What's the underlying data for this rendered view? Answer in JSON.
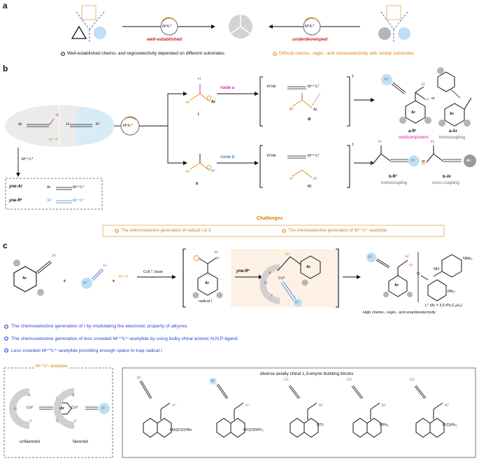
{
  "panel_a": {
    "label": "a",
    "catalyst": "Mⁿ/L*",
    "left_arrow_label": "well-established",
    "right_arrow_label": "underdeveloped",
    "note_left": "Well-established chemo- and regioselectivity depended on different substrates",
    "note_right": "Difficult chemo-, regio-, and stereoselectivity with similar substrates"
  },
  "panel_b": {
    "label": "b",
    "substrate_r2x": "R²−X",
    "catalyst": "Mⁿ/L*",
    "metal_reagent": "Mⁿ⁺¹L*",
    "yne_ar_label": "yne-Ar",
    "yne_r1_label": "yne-R¹",
    "yne_ar_formula": "Ar",
    "yne_ar_metal": "Mⁿ⁺¹L*",
    "yne_r1_metal": "Mⁿ⁺¹L*",
    "route_a": "route a",
    "route_b": "route b",
    "radical_I": "I",
    "radical_II": "II",
    "complex_III": "III",
    "complex_IV": "IV",
    "complex_top_formula": "R¹/Ar",
    "complex_top_metal": "Mⁿ⁺¹L*",
    "complex_bot_formula": "R¹/Ar",
    "complex_bot_metal": "Mⁿ⁺¹L*",
    "dagger": "‡",
    "or": "or",
    "prod_aR1_id": "a-R¹",
    "prod_aR1_desc": "multicomponent",
    "prod_aAr_id": "a-Ar",
    "prod_aAr_desc": "homocoupling",
    "prod_bR1_id": "b-R¹",
    "prod_bR1_desc": "homocoupling",
    "prod_bAr_id": "b-Ar",
    "prod_bAr_desc": "cross-coupling",
    "challenges_title": "Challenges",
    "challenge_1": "The chemoselective generation of  radical I or II",
    "challenge_2": "The chemoselective generation of  Mⁿ⁺¹L*−acetylide"
  },
  "panel_c": {
    "label": "c",
    "plus1": "+",
    "plus2": "+",
    "r2x": "R²−X",
    "conditions": "CuᴵL*, base",
    "radical_label": "radical I",
    "yne_r1": "yne-R¹",
    "cu_label": "Cuᴵᴵ",
    "outcome": "High chemo-, regio-, and enantioselectivity",
    "ligand_label": "L* (Ar = 3,5-Ph₂C₆H₃)",
    "ligand_nme2": "NMe₂",
    "ligand_nh": "NH",
    "ligand_o": "O",
    "ligand_par2": "PAr₂",
    "bullets": [
      "The chemoselective generation of I by modulating the electronic property of alkynes",
      "The chemoselective generation of  less crowded Mⁿ⁺¹L*−acetylide by using bulky chiral anionic N,N,P-ligand",
      "Less crowded Mⁿ⁺¹L*−acetylide providing enough space to trap radical I"
    ],
    "acetylide_box_title": "Mⁿ⁺¹L*−acetylide",
    "unfavored": "unfavored",
    "favored": "favored",
    "blocks_title": "diverse axially chiral 1,3-enyne building blocks",
    "blocks": [
      {
        "top": "R¹",
        "sub": "R³",
        "group": "N(H)C(O)ᵗBu"
      },
      {
        "top": "Ar",
        "sub": "R³",
        "group": "OC(O)NⁱPr₂"
      },
      {
        "top": "Cz",
        "sub": "R³",
        "group": "OTf"
      },
      {
        "top": "Cz",
        "sub": "R³",
        "group": "PPh₂"
      },
      {
        "top": "Cz",
        "sub": "R³",
        "group": "P(O)Ph₂"
      }
    ]
  },
  "colors": {
    "blue_circle": "#bfe0f4",
    "gray_circle": "#b5b5b5",
    "orange": "#e08a1e",
    "magenta": "#d81b9c",
    "red": "#d61a1a",
    "bullet_blue": "#2a3fd6",
    "box_orange": "#e8a64a"
  }
}
